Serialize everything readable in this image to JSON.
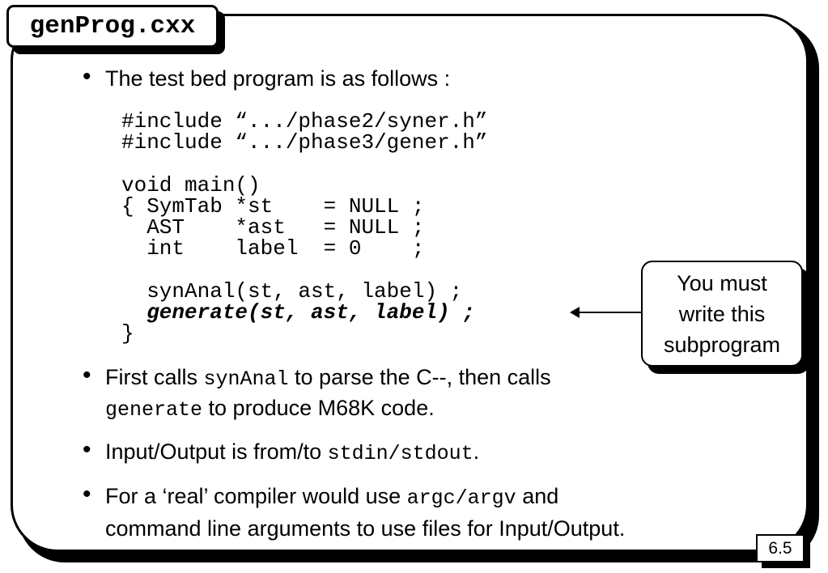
{
  "title": "genProg.cxx",
  "bullets": {
    "b1": "The test bed program is as follows :",
    "b2": {
      "t1": "First calls ",
      "c1": "synAnal",
      "t2": " to parse the C--, then calls",
      "c2": "generate",
      "t3": " to produce M68K code."
    },
    "b3": {
      "t1": "Input/Output is from/to ",
      "c1": "stdin/stdout",
      "t2": "."
    },
    "b4": {
      "t1": "For a ‘real’ compiler would use ",
      "c1": "argc/argv",
      "t2": " and",
      "t3": "command line arguments to use files for Input/Output."
    }
  },
  "code": {
    "line1": "#include “.../phase2/syner.h”",
    "line2": "#include “.../phase3/gener.h”",
    "line3": "void main()",
    "line4": "{ SymTab *st    = NULL ;",
    "line5": "  AST    *ast   = NULL ;",
    "line6": "  int    label  = 0    ;",
    "line7": "  synAnal(st, ast, label) ;",
    "line8": "  generate(st, ast, label) ;",
    "line9": "}"
  },
  "callout": {
    "line1": "You must",
    "line2": "write this",
    "line3": "subprogram"
  },
  "page_number": "6.5"
}
